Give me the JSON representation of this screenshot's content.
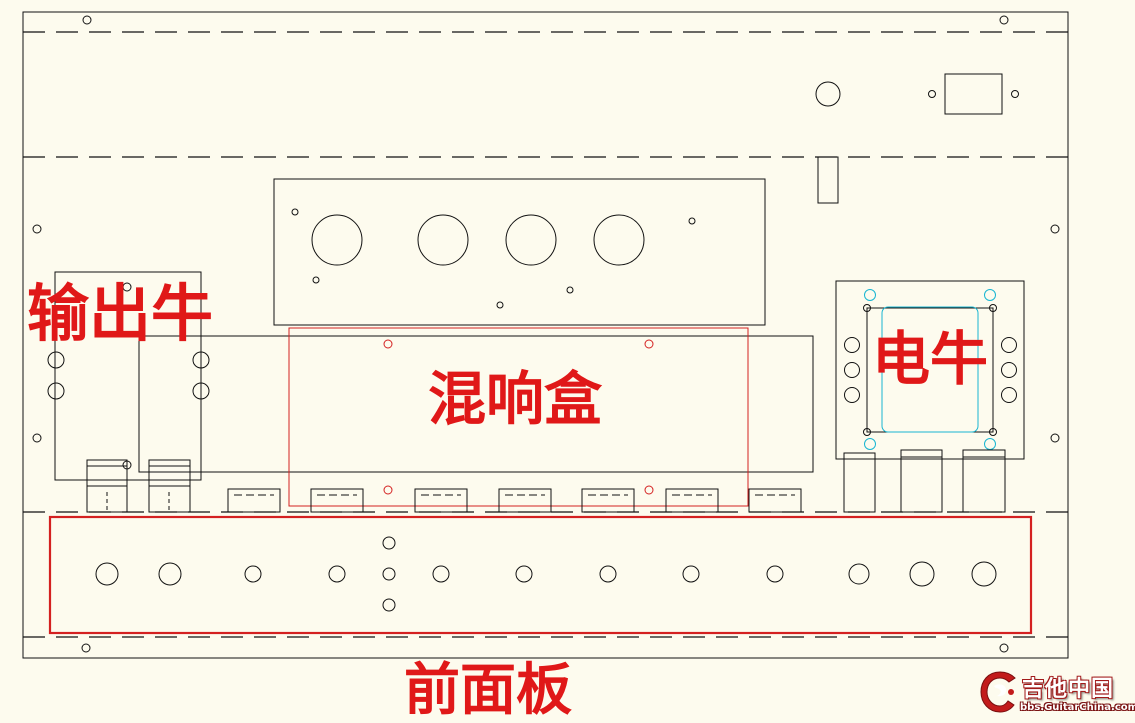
{
  "labels": {
    "output_transformer": "输出牛",
    "reverb_tank": "混响盒",
    "power_transformer": "电牛",
    "front_panel": "前面板"
  },
  "watermark": {
    "title": "吉他中国",
    "url": "bbs.GuitarChina.com"
  },
  "colors": {
    "background": "#fdfbee",
    "drawing_line": "#111111",
    "annotation": "#e01818",
    "transformer_outline": "#19b6d2"
  }
}
